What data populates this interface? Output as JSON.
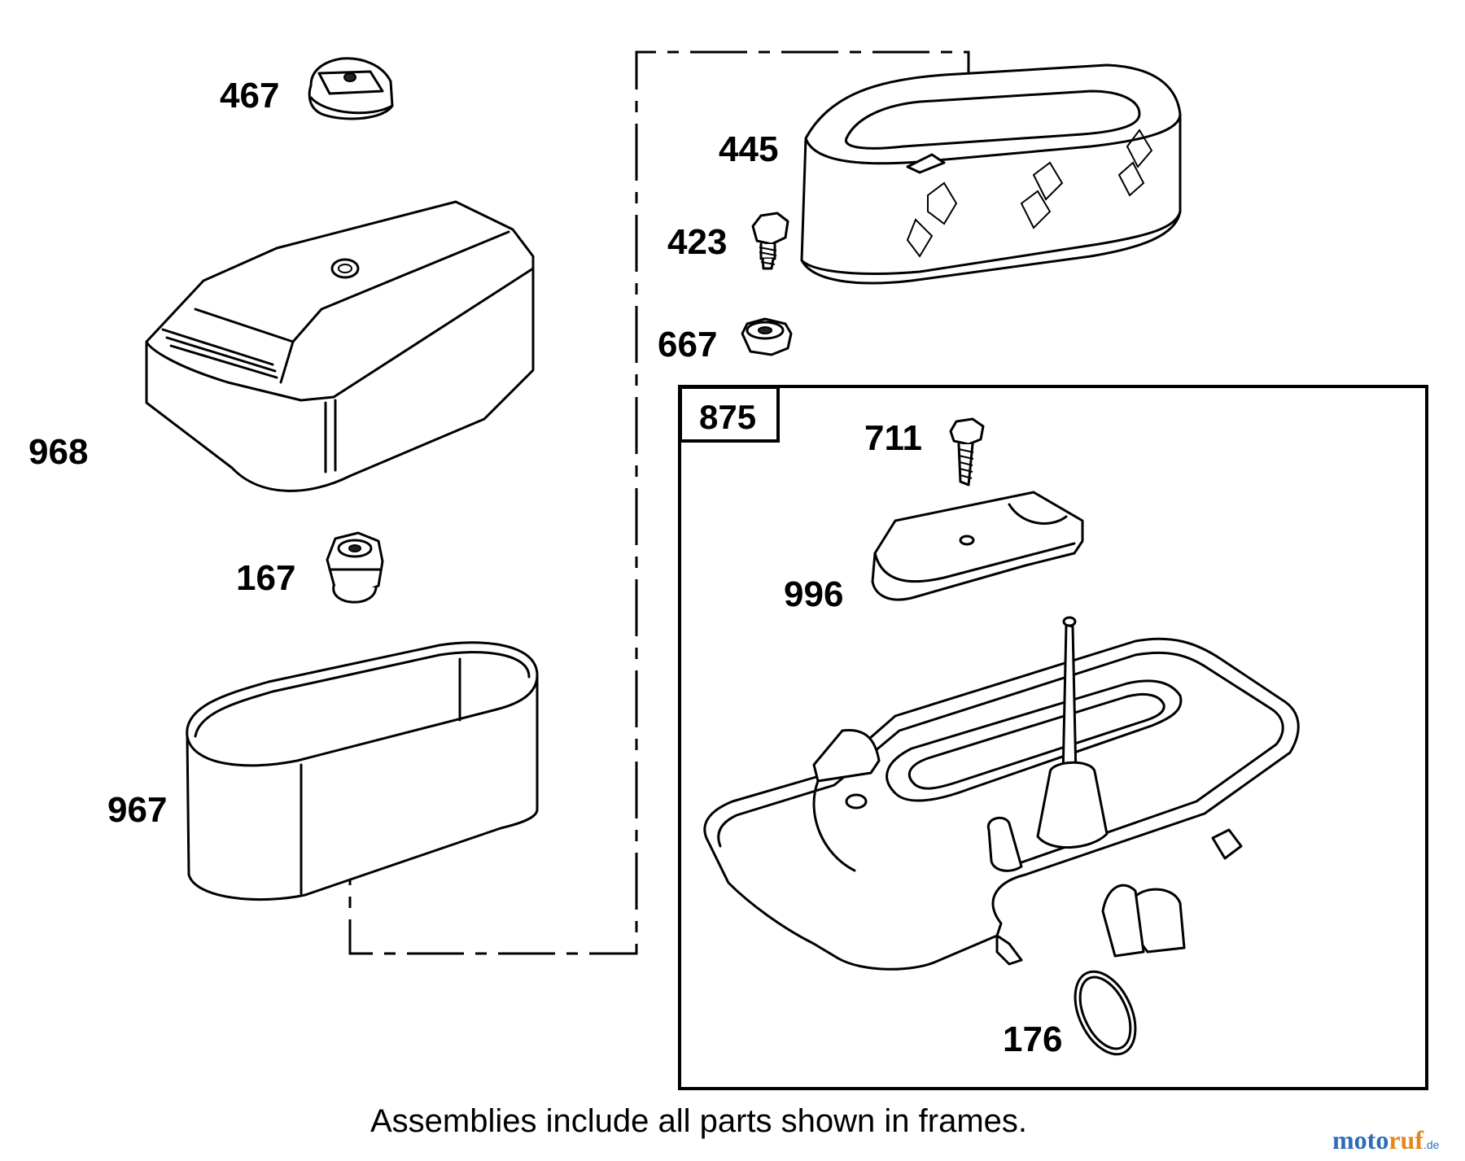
{
  "parts": [
    {
      "number": "467",
      "name_icon": "knob-nut-icon"
    },
    {
      "number": "968",
      "name_icon": "air-cleaner-cover-icon"
    },
    {
      "number": "167",
      "name_icon": "retainer-nut-icon"
    },
    {
      "number": "967",
      "name_icon": "pre-cleaner-sleeve-icon"
    },
    {
      "number": "445",
      "name_icon": "air-filter-cartridge-icon"
    },
    {
      "number": "423",
      "name_icon": "screw-icon"
    },
    {
      "number": "667",
      "name_icon": "nut-icon"
    },
    {
      "number": "711",
      "name_icon": "screw-icon"
    },
    {
      "number": "996",
      "name_icon": "baffle-icon"
    },
    {
      "number": "176",
      "name_icon": "o-ring-icon"
    }
  ],
  "frame": {
    "label": "875"
  },
  "footnote": "Assemblies include all parts shown in frames.",
  "watermark": {
    "part_a": "moto",
    "part_b": "ruf",
    "suffix": ".de"
  },
  "colors": {
    "line": "#000000",
    "background": "#ffffff",
    "watermark_blue": "#2f6db5",
    "watermark_orange": "#e08a1e"
  }
}
